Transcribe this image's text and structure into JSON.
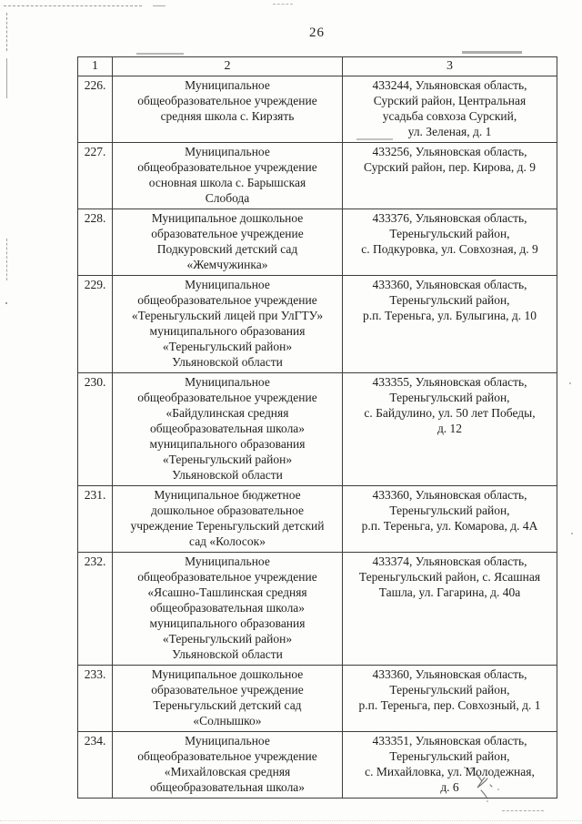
{
  "page": {
    "number": "26"
  },
  "colors": {
    "paper": "#fdfdfb",
    "ink": "#1e1e1e",
    "table_border": "#3d3d3d"
  },
  "table": {
    "headers": [
      "1",
      "2",
      "3"
    ],
    "rows": [
      {
        "num": "226.",
        "name": "Муниципальное\nобщеобразовательное учреждение\nсредняя школа с. Кирзять",
        "address": "433244, Ульяновская область,\nСурский район, Центральная\nусадьба совхоза Сурский,\nул. Зеленая, д. 1"
      },
      {
        "num": "227.",
        "name": "Муниципальное\nобщеобразовательное учреждение\nосновная школа с. Барышская\nСлобода",
        "address": "433256, Ульяновская область,\nСурский район, пер. Кирова, д. 9"
      },
      {
        "num": "228.",
        "name": "Муниципальное дошкольное\nобразовательное учреждение\nПодкуровский детский сад\n«Жемчужинка»",
        "address": "433376, Ульяновская область,\nТереньгульский район,\nс. Подкуровка, ул. Совхозная, д. 9"
      },
      {
        "num": "229.",
        "name": "Муниципальное\nобщеобразовательное учреждение\n«Тереньгульский лицей при УлГТУ»\nмуниципального образования\n«Тереньгульский район»\nУльяновской области",
        "address": "433360, Ульяновская область,\nТереньгульский район,\nр.п. Тереньга, ул. Булыгина, д. 10"
      },
      {
        "num": "230.",
        "name": "Муниципальное\nобщеобразовательное учреждение\n«Байдулинская средняя\nобщеобразовательная школа»\nмуниципального образования\n«Тереньгульский район»\nУльяновской области",
        "address": "433355, Ульяновская область,\nТереньгульский район,\nс. Байдулино, ул. 50 лет Победы,\nд. 12"
      },
      {
        "num": "231.",
        "name": "Муниципальное бюджетное\nдошкольное образовательное\nучреждение Тереньгульский детский\nсад «Колосок»",
        "address": "433360, Ульяновская область,\nТереньгульский район,\nр.п. Тереньга, ул. Комарова, д. 4А"
      },
      {
        "num": "232.",
        "name": "Муниципальное\nобщеобразовательное учреждение\n«Ясашно-Ташлинская средняя\nобщеобразовательная школа»\nмуниципального образования\n«Тереньгульский район»\nУльяновской области",
        "address": "433374, Ульяновская область,\nТереньгульский район, с. Ясашная\nТашла, ул. Гагарина, д. 40а"
      },
      {
        "num": "233.",
        "name": "Муниципальное дошкольное\nобразовательное учреждение\nТереньгульский детский сад\n«Солнышко»",
        "address": "433360, Ульяновская область,\nТереньгульский район,\nр.п. Тереньга, пер. Совхозный, д. 1"
      },
      {
        "num": "234.",
        "name": "Муниципальное\nобщеобразовательное учреждение\n«Михайловская средняя\nобщеобразовательная школа»",
        "address": "433351, Ульяновская область,\nТереньгульский район,\nс. Михайловка, ул. Молодежная,\nд. 6"
      }
    ]
  }
}
